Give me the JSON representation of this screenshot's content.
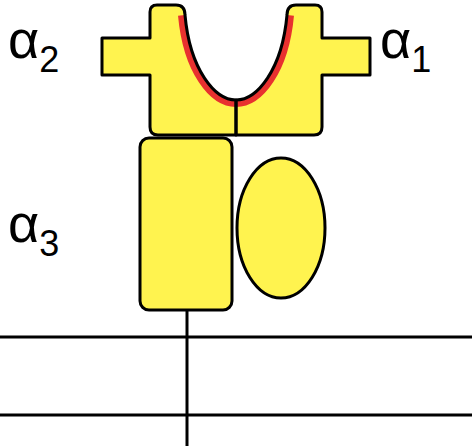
{
  "diagram": {
    "labels": [
      "α2",
      "α1",
      "α3"
    ]
  }
}
